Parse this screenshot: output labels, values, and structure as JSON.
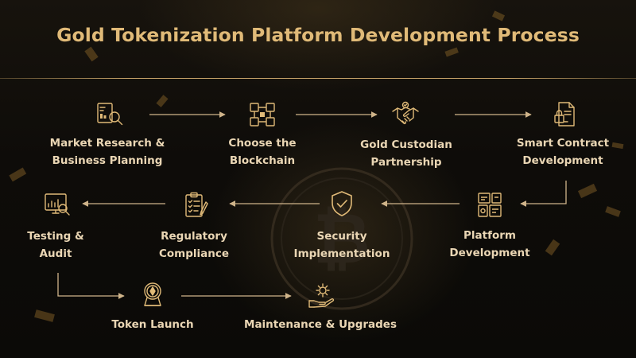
{
  "title": "Gold Tokenization Platform Development Process",
  "colors": {
    "accent": "#e0ba78",
    "label": "#ead6b4",
    "line": "#cfb48a"
  },
  "steps": [
    {
      "id": "market-research",
      "icon": "magnifier-document-icon",
      "line1": "Market Research &",
      "line2": "Business Planning"
    },
    {
      "id": "choose-blockchain",
      "icon": "blockchain-blocks-icon",
      "line1": "Choose the",
      "line2": "Blockchain"
    },
    {
      "id": "gold-custodian",
      "icon": "handshake-icon",
      "line1": "Gold Custodian",
      "line2": "Partnership"
    },
    {
      "id": "smart-contract",
      "icon": "locked-contract-icon",
      "line1": "Smart Contract",
      "line2": "Development"
    },
    {
      "id": "platform-development",
      "icon": "platform-modules-icon",
      "line1": "Platform",
      "line2": "Development"
    },
    {
      "id": "security-implementation",
      "icon": "shield-check-icon",
      "line1": "Security",
      "line2": "Implementation"
    },
    {
      "id": "regulatory-compliance",
      "icon": "clipboard-checklist-icon",
      "line1": "Regulatory",
      "line2": "Compliance"
    },
    {
      "id": "testing-audit",
      "icon": "chart-magnifier-icon",
      "line1": "Testing &",
      "line2": "Audit"
    },
    {
      "id": "token-launch",
      "icon": "token-coin-icon",
      "line1": "Token Launch",
      "line2": ""
    },
    {
      "id": "maintenance-upgrades",
      "icon": "gear-hand-icon",
      "line1": "Maintenance & Upgrades",
      "line2": ""
    }
  ]
}
